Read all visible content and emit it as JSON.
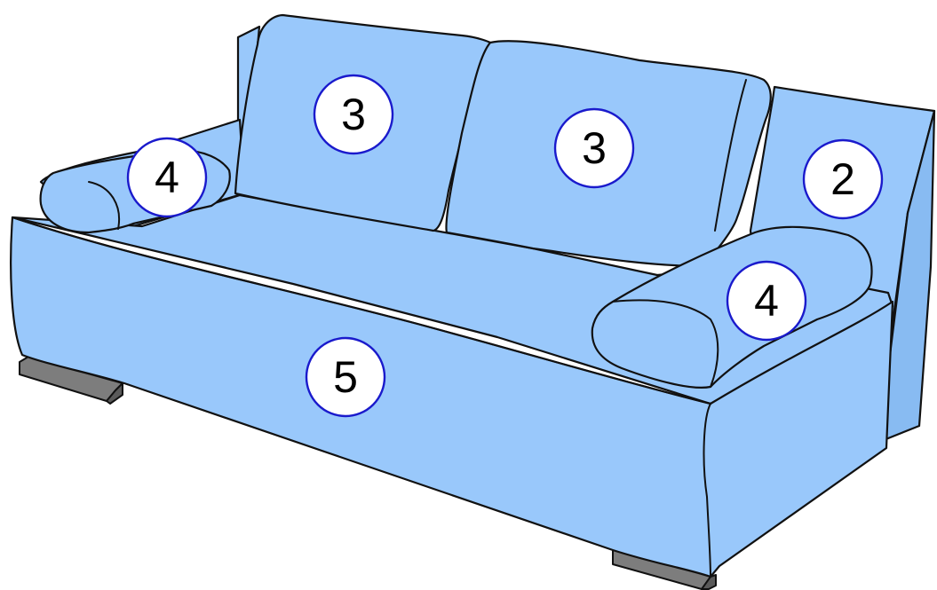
{
  "colors": {
    "upholstery": "#99c8fb",
    "upholstery_dark": "#88bbf2",
    "outline": "#111111",
    "callout_ring": "#1a1acc",
    "callout_fill": "#ffffff",
    "leg_face": "#7d7d7d",
    "leg_side": "#5a5a5a"
  },
  "callouts": [
    {
      "id": "back-cushion-left",
      "label": "3"
    },
    {
      "id": "back-cushion-right",
      "label": "3"
    },
    {
      "id": "backrest",
      "label": "2"
    },
    {
      "id": "bolster-left",
      "label": "4"
    },
    {
      "id": "bolster-right",
      "label": "4"
    },
    {
      "id": "seat-base",
      "label": "5"
    }
  ]
}
